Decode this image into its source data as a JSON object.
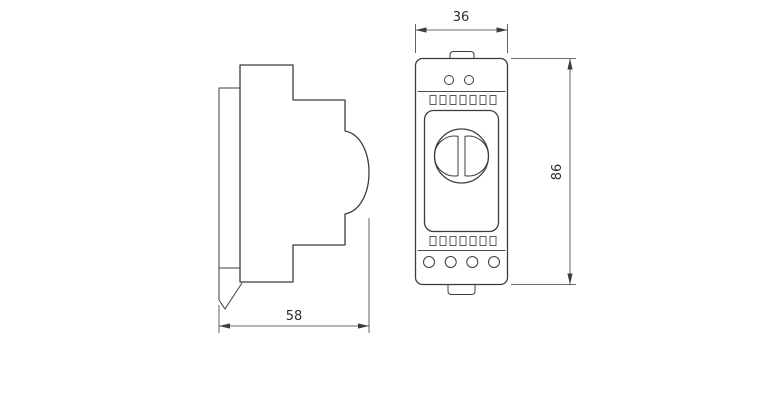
{
  "drawing": {
    "background_color": "#ffffff",
    "line_color": "#3c3c3c",
    "dimensions": {
      "side_depth": "58",
      "front_width": "36",
      "front_height": "86"
    }
  }
}
